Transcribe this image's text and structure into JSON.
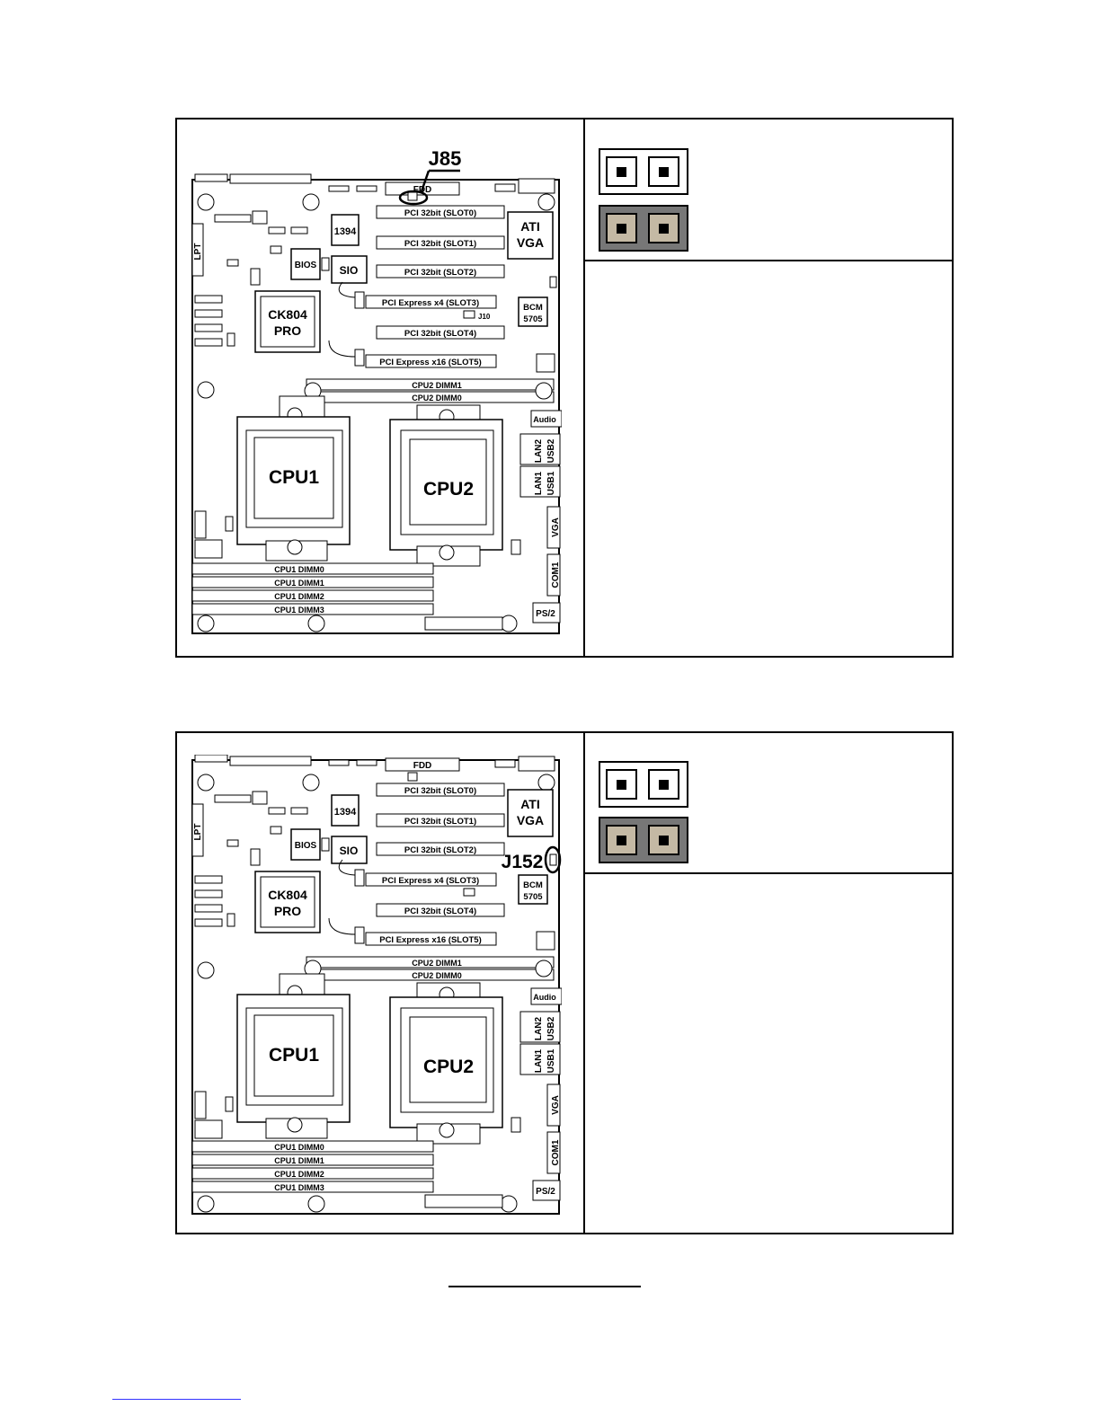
{
  "panel1": {
    "callout": "J85",
    "board": {
      "slots": [
        "PCI 32bit (SLOT0)",
        "PCI 32bit (SLOT1)",
        "PCI 32bit (SLOT2)",
        "PCI Express x4 (SLOT3)",
        "PCI 32bit (SLOT4)",
        "PCI Express x16 (SLOT5)"
      ],
      "cpu2_dimms": [
        "CPU2 DIMM1",
        "CPU2 DIMM0"
      ],
      "cpu1_dimms": [
        "CPU1 DIMM0",
        "CPU1 DIMM1",
        "CPU1 DIMM2",
        "CPU1 DIMM3"
      ],
      "fdd": "FDD",
      "chip_1394": "1394",
      "bios": "BIOS",
      "sio": "SIO",
      "ati1": "ATI",
      "ati2": "VGA",
      "bcm1": "BCM",
      "bcm2": "5705",
      "ck1": "CK804",
      "ck2": "PRO",
      "cpu1": "CPU1",
      "cpu2": "CPU2",
      "lpt": "LPT",
      "j10": "J10",
      "audio": "Audio",
      "lan2": "LAN2",
      "usb2": "USB2",
      "lan1": "LAN1",
      "usb1": "USB1",
      "vga": "VGA",
      "com1": "COM1",
      "ps2": "PS/2"
    }
  },
  "panel2": {
    "callout": "J152",
    "board": {
      "slots": [
        "PCI 32bit (SLOT0)",
        "PCI 32bit (SLOT1)",
        "PCI 32bit (SLOT2)",
        "PCI Express x4 (SLOT3)",
        "PCI 32bit (SLOT4)",
        "PCI Express x16 (SLOT5)"
      ],
      "cpu2_dimms": [
        "CPU2 DIMM1",
        "CPU2 DIMM0"
      ],
      "cpu1_dimms": [
        "CPU1 DIMM0",
        "CPU1 DIMM1",
        "CPU1 DIMM2",
        "CPU1 DIMM3"
      ],
      "fdd": "FDD",
      "chip_1394": "1394",
      "bios": "BIOS",
      "sio": "SIO",
      "ati1": "ATI",
      "ati2": "VGA",
      "bcm1": "BCM",
      "bcm2": "5705",
      "ck1": "CK804",
      "ck2": "PRO",
      "cpu1": "CPU1",
      "cpu2": "CPU2",
      "lpt": "LPT",
      "audio": "Audio",
      "lan2": "LAN2",
      "usb2": "USB2",
      "lan1": "LAN1",
      "usb1": "USB1",
      "vga": "VGA",
      "com1": "COM1",
      "ps2": "PS/2"
    }
  }
}
